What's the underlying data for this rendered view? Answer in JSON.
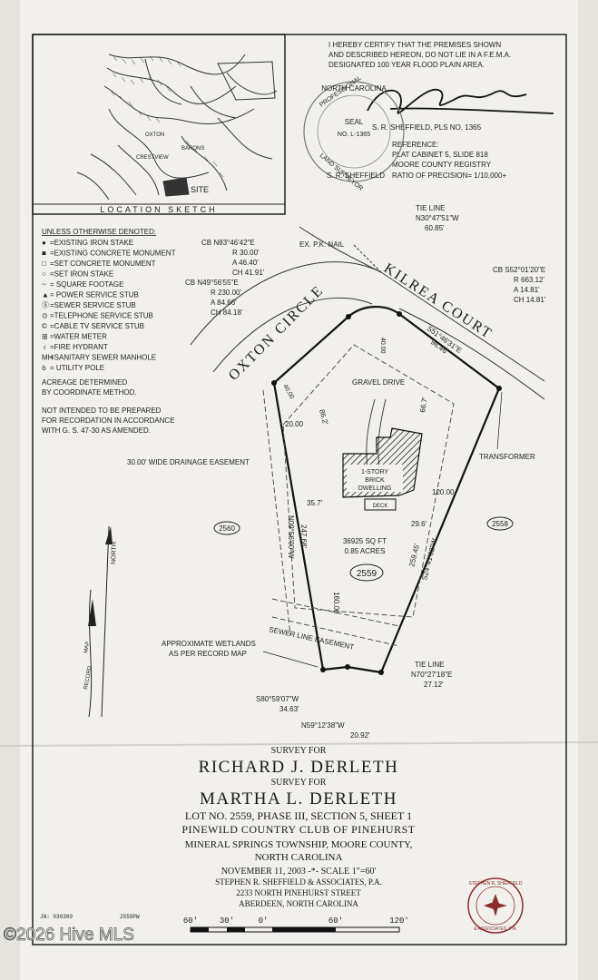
{
  "certification": {
    "line1": "I HEREBY CERTIFY THAT THE PREMISES SHOWN",
    "line2": "AND DESCRIBED HEREON, DO NOT LIE IN A F.E.M.A.",
    "line3": "DESIGNATED 100 YEAR FLOOD PLAIN AREA.",
    "signer": "S. R. SHEFFIELD, PLS NO. 1365",
    "reference_label": "REFERENCE:",
    "plat": "PLAT CABINET 5, SLIDE 818",
    "registry": "MOORE COUNTY REGISTRY",
    "precision": "RATIO OF PRECISION= 1/10,000+"
  },
  "seal": {
    "top": "NORTH CAROLINA",
    "left": "PROFESSIONAL",
    "center": "SEAL",
    "number": "NO. L-1365",
    "bottom_left": "LAND SURVEYOR",
    "bottom": "S. R. SHEFFIELD"
  },
  "location_sketch": {
    "title": "LOCATION SKETCH",
    "site": "SITE",
    "streets": [
      "OXTON",
      "BARONS",
      "CRESTVIEW"
    ]
  },
  "legend": {
    "header": "UNLESS OTHERWISE DENOTED:",
    "items": [
      {
        "sym": "●",
        "text": "=EXISTING IRON STAKE"
      },
      {
        "sym": "■",
        "text": "=EXISTING CONCRETE MONUMENT"
      },
      {
        "sym": "□",
        "text": "=SET CONCRETE MONUMENT"
      },
      {
        "sym": "○",
        "text": "=SET IRON STAKE"
      },
      {
        "sym": "~",
        "text": "= SQUARE FOOTAGE"
      },
      {
        "sym": "▲",
        "text": "= POWER SERVICE STUB"
      },
      {
        "sym": "Ⓢ",
        "text": "=SEWER SERVICE STUB"
      },
      {
        "sym": "⊙",
        "text": "=TELEPHONE SERVICE STUB"
      },
      {
        "sym": "©",
        "text": "=CABLE TV SERVICE STUB"
      },
      {
        "sym": "⊞",
        "text": "=WATER METER"
      },
      {
        "sym": "♁",
        "text": "=FIRE HYDRANT"
      },
      {
        "sym": "MH",
        "text": "=SANITARY SEWER MANHOLE"
      },
      {
        "sym": "ꝺ",
        "text": "= UTILITY POLE"
      }
    ],
    "acreage1": "ACREAGE DETERMINED",
    "acreage2": "BY COORDINATE METHOD.",
    "note1": "NOT INTENDED TO BE PREPARED",
    "note2": "FOR RECORDATION IN ACCORDANCE",
    "note3": "WITH G. S. 47-30 AS AMENDED."
  },
  "plat_labels": {
    "oxton": "OXTON CIRCLE",
    "kilrea": "KILREA COURT",
    "pk_nail": "EX. P.K. NAIL",
    "tie_top": {
      "l1": "TIE LINE",
      "l2": "N30°47'51\"W",
      "l3": "60.85'"
    },
    "curve_left": {
      "l1": "CB N83°46'42\"E",
      "l2": "R 30.00'",
      "l3": "A 46.40'",
      "l4": "CH 41.91'"
    },
    "curve_mid": {
      "l1": "CB N49°56'55\"E",
      "l2": "R 230.00'",
      "l3": "A 84.66'",
      "l4": "CH 84.18'"
    },
    "curve_right": {
      "l1": "CB S52°01'20\"E",
      "l2": "R 663.12'",
      "l3": "A 14.81'",
      "l4": "CH 14.81'"
    },
    "bearing_ne": "S51°46'31\"E",
    "dist_ne": "96.46'",
    "setback_40a": "40.00",
    "setback_40b": "40.00",
    "setback_20": "20.00",
    "d86": "86.2'",
    "d66": "66.7'",
    "d35": "35.7'",
    "d29": "29.6'",
    "d120": "120.00",
    "d160": "160.00",
    "gravel": "GRAVEL DRIVE",
    "dwelling1": "1-STORY",
    "dwelling2": "BRICK",
    "dwelling3": "DWELLING",
    "deck": "DECK",
    "transformer": "TRANSFORMER",
    "drainage": "30.00' WIDE DRAINAGE EASEMENT",
    "lot_left": "2560",
    "lot_right": "2558",
    "lot": "2559",
    "sqft": "36925 SQ FT",
    "acres": "0.85 ACRES",
    "west_bearing": "N09°56'00\"W",
    "west_dist": "247.68'",
    "east_bearing": "S24°41'02\"W",
    "east_dist": "259.45'",
    "sewer": "SEWER LINE EASEMENT",
    "wetlands1": "APPROXIMATE WETLANDS",
    "wetlands2": "AS PER RECORD MAP",
    "tie_bottom": {
      "l1": "TIE LINE",
      "l2": "N70°27'18\"E",
      "l3": "27.12'"
    },
    "sw_bearing": "S80°59'07\"W",
    "sw_dist": "34.63'",
    "s_bearing": "N59°12'38\"W",
    "s_dist": "20.92'",
    "north": "NORTH",
    "record": "RECORD",
    "map": "MAP"
  },
  "title_block": {
    "survey_for1": "SURVEY FOR",
    "name1": "RICHARD J. DERLETH",
    "survey_for2": "SURVEY FOR",
    "name2": "MARTHA L. DERLETH",
    "lot": "LOT NO. 2559, PHASE III, SECTION 5, SHEET 1",
    "club": "PINEWILD COUNTRY CLUB OF PINEHURST",
    "township": "MINERAL SPRINGS TOWNSHIP, MOORE COUNTY,",
    "state": "NORTH CAROLINA",
    "date_scale": "NOVEMBER 11, 2003 -*- SCALE 1\"=60'",
    "firm": "STEPHEN R. SHEFFIELD & ASSOCIATES, P.A.",
    "street": "2233 NORTH PINEHURST STREET",
    "city": "ABERDEEN, NORTH CAROLINA",
    "jn": "JN: 030389",
    "file": "2559PW",
    "scale_labels": [
      "60'",
      "30'",
      "0'",
      "60'",
      "120'"
    ],
    "stamp_top": "STEPHEN R. SHEFFIELD",
    "stamp_bottom": "& ASSOCIATES, P.A."
  },
  "watermark": "©2026 Hive MLS"
}
